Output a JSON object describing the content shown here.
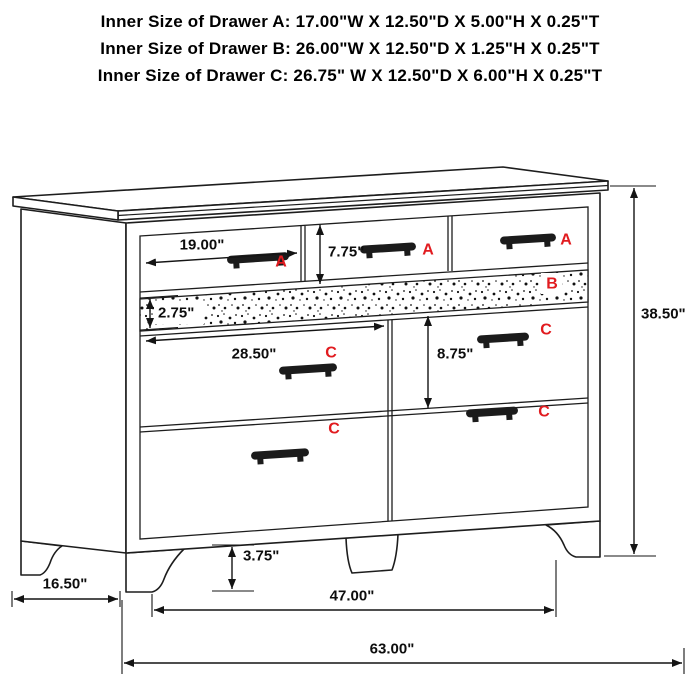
{
  "header": {
    "line_a": "Inner Size of Drawer A: 17.00\"W X 12.50\"D X 5.00\"H X 0.25\"T",
    "line_b": "Inner Size of Drawer B: 26.00\"W X 12.50\"D X 1.25\"H X 0.25\"T",
    "line_c": "Inner Size of Drawer C: 26.75\" W X 12.50\"D X 6.00\"H X 0.25\"T"
  },
  "diagram": {
    "drawer_letters": {
      "top_left": "A",
      "top_middle": "A",
      "top_right": "A",
      "jewelry": "B",
      "mid_left": "C",
      "mid_right": "C",
      "bottom_left": "C",
      "bottom_right": "C"
    },
    "dimensions": {
      "drawer_a_width": "19.00\"",
      "top_drawer_height": "7.75\"",
      "jewelry_drawer_height": "2.75\"",
      "drawer_c_width": "28.50\"",
      "drawer_c_height": "8.75\"",
      "overall_height": "38.50\"",
      "leg_height": "3.75\"",
      "side_depth": "16.50\"",
      "leg_span": "47.00\"",
      "overall_width": "63.00\""
    },
    "colors": {
      "letter_red": "#e11b1f",
      "line_black": "#1d1d1d",
      "background": "#ffffff"
    }
  }
}
